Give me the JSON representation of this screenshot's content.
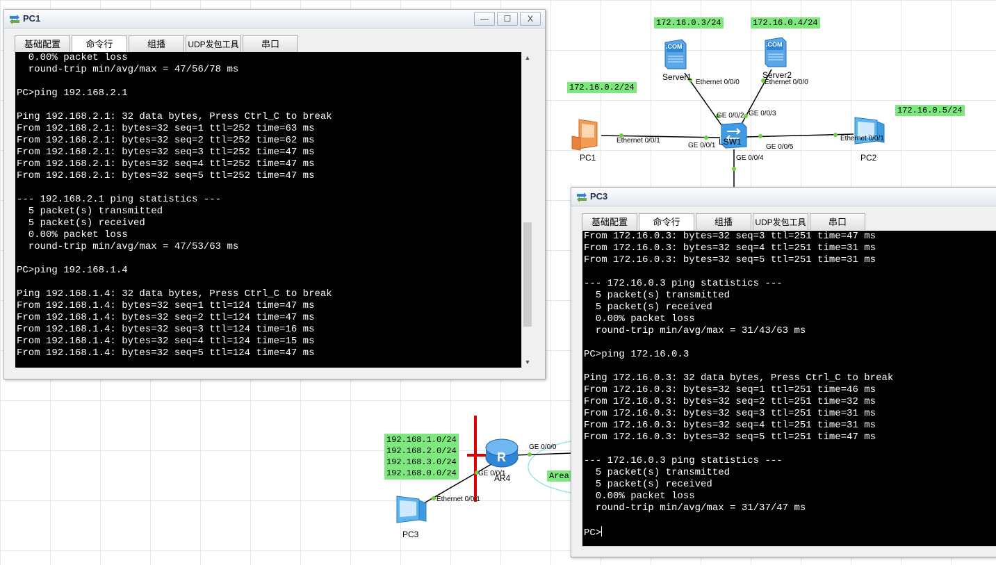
{
  "colors": {
    "label_bg": "#7ee87e",
    "terminal_bg": "#000000",
    "terminal_fg": "#ffffff",
    "link": "#000000",
    "red_bar": "#e00000",
    "area": "#7fe0e6"
  },
  "topology": {
    "ip_labels": {
      "server1": "172.16.0.3/24",
      "server2": "172.16.0.4/24",
      "pc1": "172.16.0.2/24",
      "pc2": "172.16.0.5/24"
    },
    "networks": [
      "192.168.1.0/24",
      "192.168.2.0/24",
      "192.168.3.0/24",
      "192.168.0.0/24"
    ],
    "devices": {
      "server1": "Server1",
      "server2": "Server2",
      "lsw1": "LSW1",
      "pc1": "PC1",
      "pc2": "PC2",
      "ar4": "AR4",
      "pc3": "PC3",
      "router_glyph": "R",
      "com": ".COM"
    },
    "ports": {
      "server1_eth": "Ethernet 0/0/0",
      "server2_eth": "Ethernet 0/0/0",
      "lsw_ge2": "GE 0/0/2",
      "lsw_ge3": "GE 0/0/3",
      "pc1_eth": "Ethernet 0/0/1",
      "lsw_ge1": "GE 0/0/1",
      "lsw_ge5": "GE 0/0/5",
      "pc2_eth": "Ethernet 0/0/1",
      "lsw_ge4": "GE 0/0/4",
      "ar4_ge0": "GE 0/0/0",
      "ar4_ge1": "GE 0/0/1",
      "pc3_eth": "Ethernet 0/0/1"
    },
    "area_label": "Area"
  },
  "pc1_window": {
    "title": "PC1",
    "controls": {
      "minimize": "—",
      "maximize": "☐",
      "close": "X"
    },
    "tabs": [
      "基础配置",
      "命令行",
      "组播",
      "UDP发包工具",
      "串口"
    ],
    "active_tab": 1,
    "terminal_lines": [
      "  0.00% packet loss",
      "  round-trip min/avg/max = 47/56/78 ms",
      "",
      "PC>ping 192.168.2.1",
      "",
      "Ping 192.168.2.1: 32 data bytes, Press Ctrl_C to break",
      "From 192.168.2.1: bytes=32 seq=1 ttl=252 time=63 ms",
      "From 192.168.2.1: bytes=32 seq=2 ttl=252 time=62 ms",
      "From 192.168.2.1: bytes=32 seq=3 ttl=252 time=47 ms",
      "From 192.168.2.1: bytes=32 seq=4 ttl=252 time=47 ms",
      "From 192.168.2.1: bytes=32 seq=5 ttl=252 time=47 ms",
      "",
      "--- 192.168.2.1 ping statistics ---",
      "  5 packet(s) transmitted",
      "  5 packet(s) received",
      "  0.00% packet loss",
      "  round-trip min/avg/max = 47/53/63 ms",
      "",
      "PC>ping 192.168.1.4",
      "",
      "Ping 192.168.1.4: 32 data bytes, Press Ctrl_C to break",
      "From 192.168.1.4: bytes=32 seq=1 ttl=124 time=47 ms",
      "From 192.168.1.4: bytes=32 seq=2 ttl=124 time=47 ms",
      "From 192.168.1.4: bytes=32 seq=3 ttl=124 time=16 ms",
      "From 192.168.1.4: bytes=32 seq=4 ttl=124 time=15 ms",
      "From 192.168.1.4: bytes=32 seq=5 ttl=124 time=47 ms"
    ]
  },
  "pc3_window": {
    "title": "PC3",
    "tabs": [
      "基础配置",
      "命令行",
      "组播",
      "UDP发包工具",
      "串口"
    ],
    "active_tab": 1,
    "terminal_lines": [
      "From 172.16.0.3: bytes=32 seq=3 ttl=251 time=47 ms",
      "From 172.16.0.3: bytes=32 seq=4 ttl=251 time=31 ms",
      "From 172.16.0.3: bytes=32 seq=5 ttl=251 time=31 ms",
      "",
      "--- 172.16.0.3 ping statistics ---",
      "  5 packet(s) transmitted",
      "  5 packet(s) received",
      "  0.00% packet loss",
      "  round-trip min/avg/max = 31/43/63 ms",
      "",
      "PC>ping 172.16.0.3",
      "",
      "Ping 172.16.0.3: 32 data bytes, Press Ctrl_C to break",
      "From 172.16.0.3: bytes=32 seq=1 ttl=251 time=46 ms",
      "From 172.16.0.3: bytes=32 seq=2 ttl=251 time=32 ms",
      "From 172.16.0.3: bytes=32 seq=3 ttl=251 time=31 ms",
      "From 172.16.0.3: bytes=32 seq=4 ttl=251 time=31 ms",
      "From 172.16.0.3: bytes=32 seq=5 ttl=251 time=47 ms",
      "",
      "--- 172.16.0.3 ping statistics ---",
      "  5 packet(s) transmitted",
      "  5 packet(s) received",
      "  0.00% packet loss",
      "  round-trip min/avg/max = 31/37/47 ms",
      ""
    ],
    "prompt": "PC>"
  }
}
